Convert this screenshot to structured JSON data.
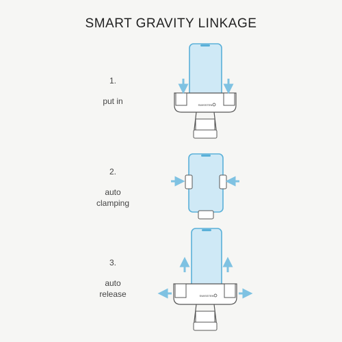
{
  "title": "SMART GRAVITY LINKAGE",
  "steps": [
    {
      "number": "1.",
      "label": "put in"
    },
    {
      "number": "2.",
      "label": "auto\nclamping"
    },
    {
      "number": "3.",
      "label": "auto\nrelease"
    }
  ],
  "brand_mark": "SWISSTEN",
  "colors": {
    "phone_fill": "#cfe9f6",
    "phone_stroke": "#5ab0d8",
    "arrow": "#7fc2e2",
    "holder_stroke": "#555555"
  },
  "icons": [
    "arrow-down-icon",
    "arrow-right-icon",
    "arrow-left-icon",
    "arrow-up-icon"
  ]
}
